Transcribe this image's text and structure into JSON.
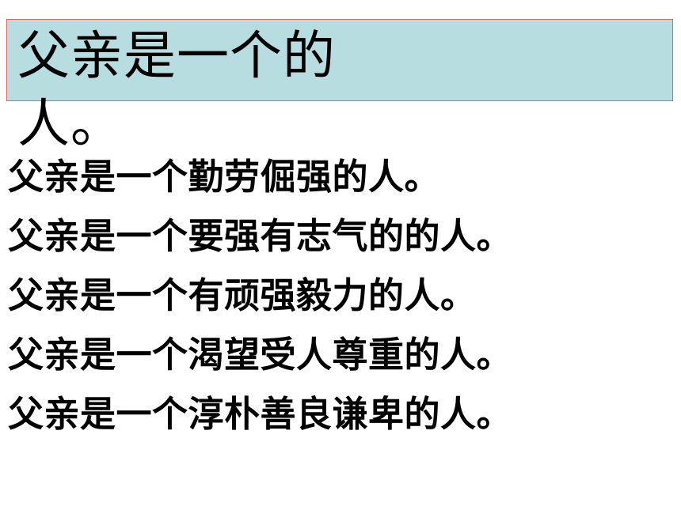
{
  "slide": {
    "title": "父亲是一个的人。",
    "lines": [
      "父亲是一个勤劳倔强的人。",
      "父亲是一个要强有志气的的人。",
      "父亲是一个有顽强毅力的人。",
      "父亲是一个渴望受人尊重的人。",
      "父亲是一个淳朴善良谦卑的人。"
    ]
  }
}
